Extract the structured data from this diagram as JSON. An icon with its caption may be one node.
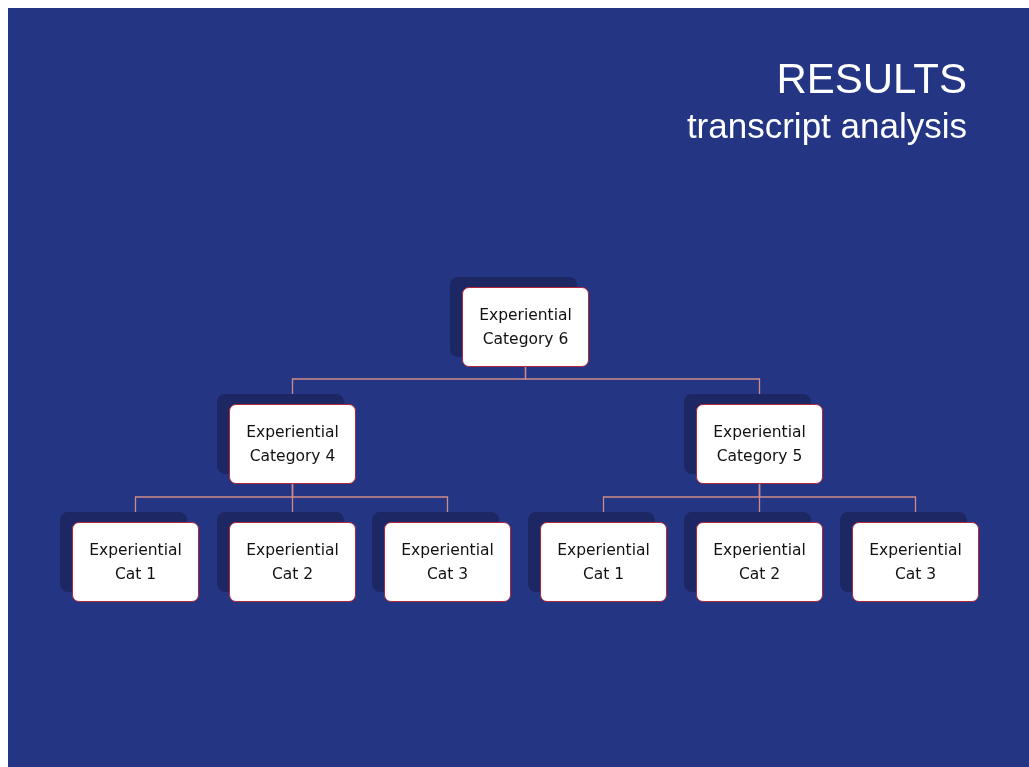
{
  "diagram": {
    "title": "RESULTS",
    "nodes": [
      {
        "text": [
          "Experiential Category 6"
        ]
      },
      {
        "text": [
          "Experiential Category 4"
        ]
      },
      {
        "text": [
          "Experiential Category 5"
        ]
      },
      {
        "text": [
          "Experiential Cat 1"
        ]
      },
      {
        "text": [
          "Experiential Cat 2"
        ]
      },
      {
        "text": [
          "Experiential Cat 3"
        ]
      },
      {
        "text": [
          "Experiential Cat 1"
        ]
      },
      {
        "text": [
          "Experiential Cat 2"
        ]
      },
      {
        "text": [
          "Experiential Cat 3"
        ]
      }
    ],
    "edges": [
      {
        "from": 0,
        "to": 1,
        "arrow": "none"
      },
      {
        "from": 0,
        "to": 2,
        "arrow": "none"
      },
      {
        "from": 1,
        "to": 3,
        "arrow": "none"
      },
      {
        "from": 1,
        "to": 4,
        "arrow": "none"
      },
      {
        "from": 1,
        "to": 5,
        "arrow": "none"
      },
      {
        "from": 2,
        "to": 6,
        "arrow": "none"
      },
      {
        "from": 2,
        "to": 7,
        "arrow": "none"
      },
      {
        "from": 2,
        "to": 8,
        "arrow": "none"
      }
    ],
    "labels": [
      "transcript analysis"
    ]
  }
}
